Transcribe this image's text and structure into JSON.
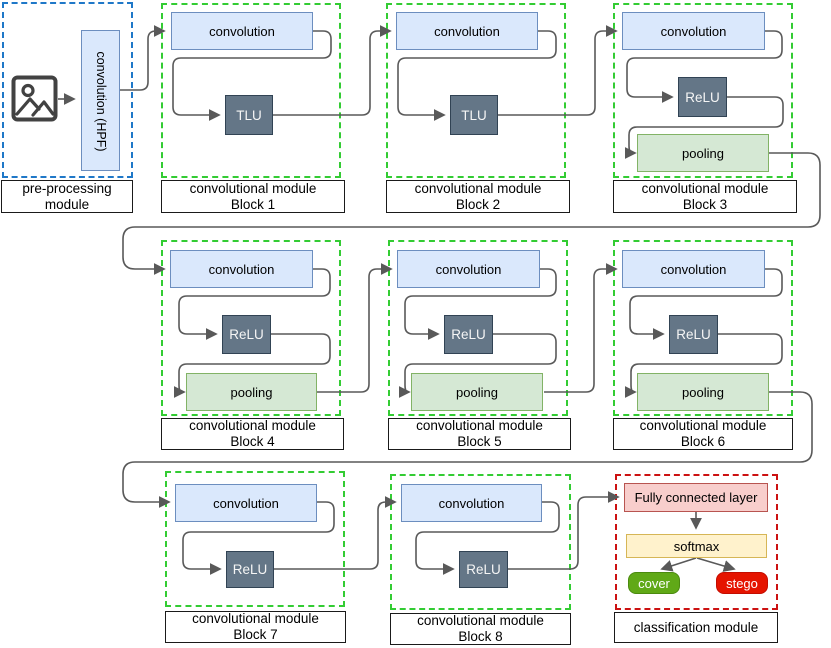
{
  "preprocessing": {
    "label_line1": "pre-processing",
    "label_line2": "module",
    "hpf_label": "convolution (HPF)"
  },
  "blocks": [
    {
      "name": "Block 1",
      "module_label": "convolutional module",
      "conv_label": "convolution",
      "activation_label": "TLU"
    },
    {
      "name": "Block 2",
      "module_label": "convolutional module",
      "conv_label": "convolution",
      "activation_label": "TLU"
    },
    {
      "name": "Block 3",
      "module_label": "convolutional module",
      "conv_label": "convolution",
      "activation_label": "ReLU",
      "pooling_label": "pooling"
    },
    {
      "name": "Block 4",
      "module_label": "convolutional module",
      "conv_label": "convolution",
      "activation_label": "ReLU",
      "pooling_label": "pooling"
    },
    {
      "name": "Block 5",
      "module_label": "convolutional module",
      "conv_label": "convolution",
      "activation_label": "ReLU",
      "pooling_label": "pooling"
    },
    {
      "name": "Block 6",
      "module_label": "convolutional module",
      "conv_label": "convolution",
      "activation_label": "ReLU",
      "pooling_label": "pooling"
    },
    {
      "name": "Block 7",
      "module_label": "convolutional module",
      "conv_label": "convolution",
      "activation_label": "ReLU"
    },
    {
      "name": "Block 8",
      "module_label": "convolutional module",
      "conv_label": "convolution",
      "activation_label": "ReLU"
    }
  ],
  "classification": {
    "module_label": "classification module",
    "fc_label": "Fully connected layer",
    "softmax_label": "softmax",
    "cover_label": "cover",
    "stego_label": "stego"
  },
  "colors": {
    "conv_fill": "#dae8fc",
    "conv_border": "#6c8ebf",
    "activation_fill": "#647687",
    "activation_border": "#314354",
    "pooling_fill": "#d5e8d4",
    "pooling_border": "#82b366",
    "fc_fill": "#f8cecc",
    "fc_border": "#b85450",
    "softmax_fill": "#fff2cc",
    "softmax_border": "#d6b656",
    "cover_fill": "#60a917",
    "stego_fill": "#e51400",
    "preprocessing_module_border": "#1f78c8",
    "conv_module_border": "#33cc33",
    "classification_module_border": "#cc1111",
    "connector": "#595959"
  }
}
